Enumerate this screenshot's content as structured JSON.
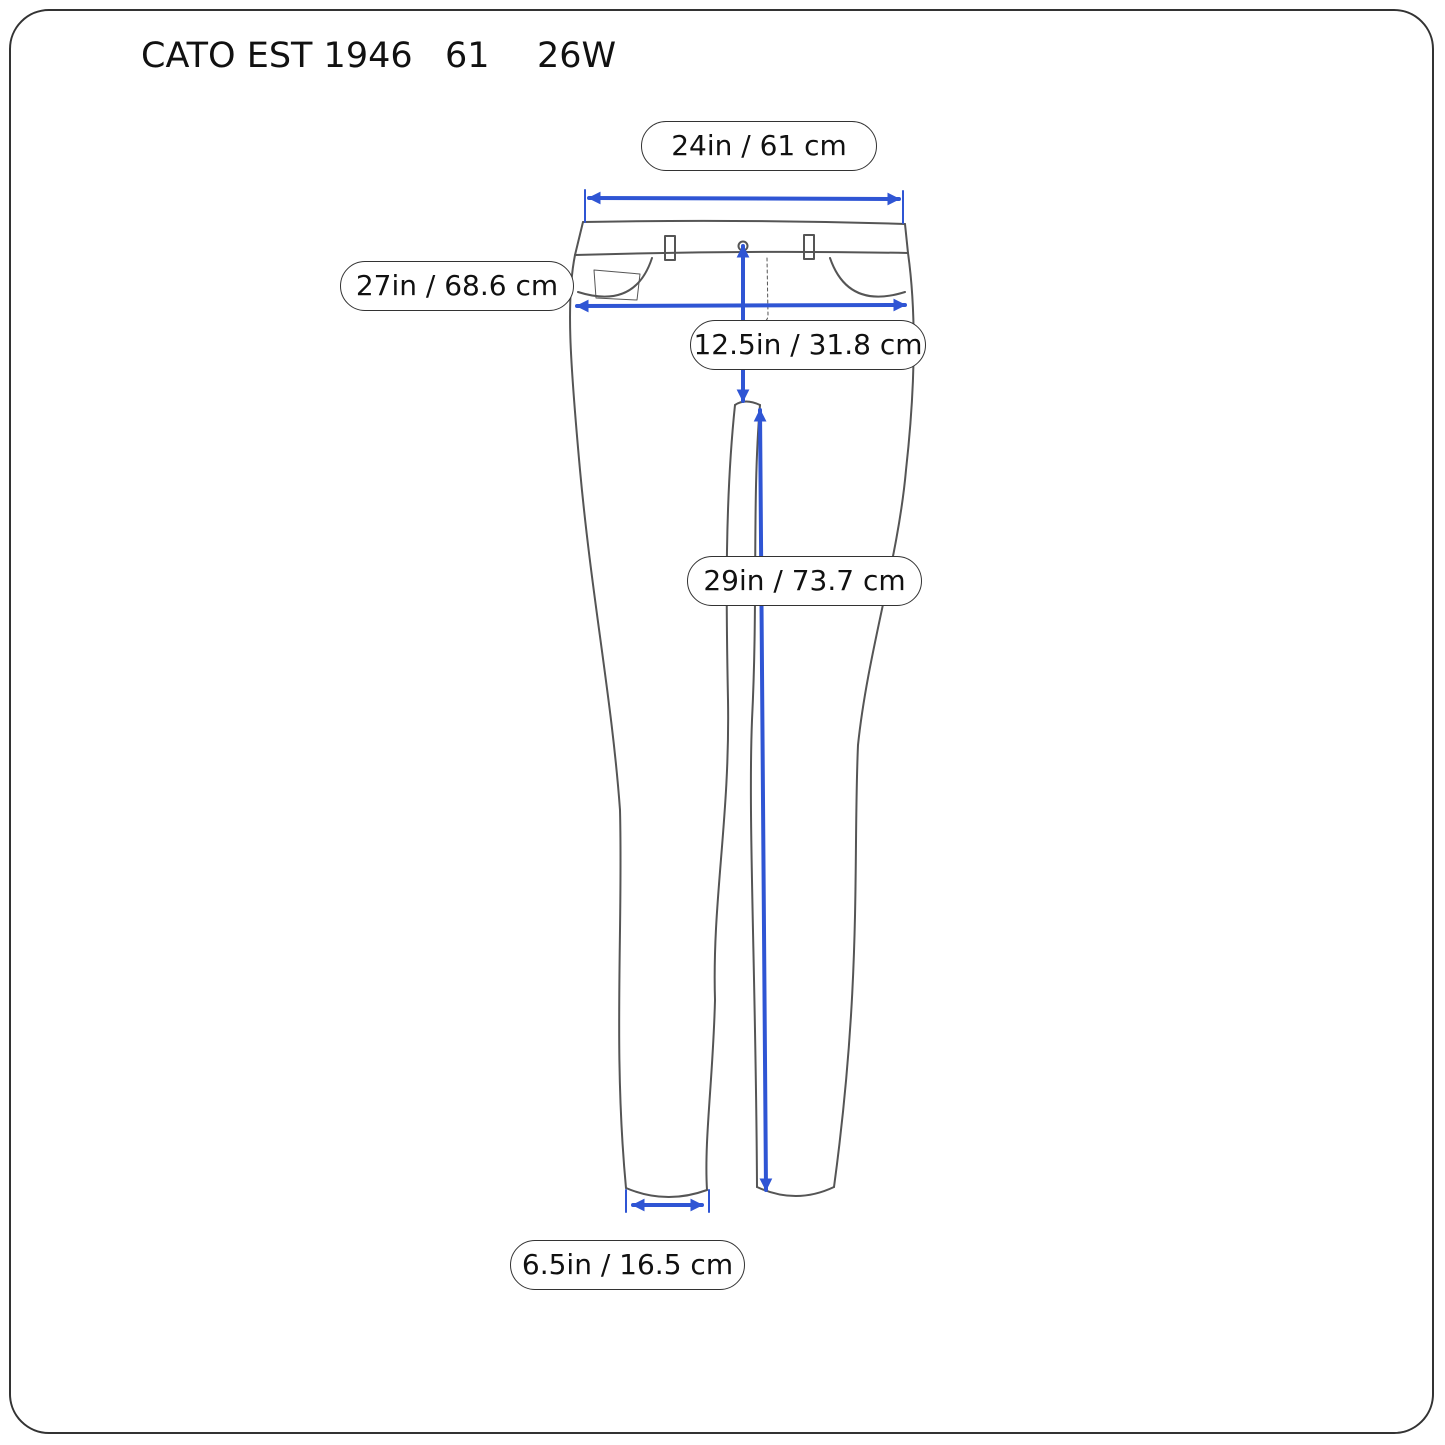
{
  "header": {
    "brand": "CATO EST 1946",
    "size": "61",
    "size_tag": "26W"
  },
  "measurements": {
    "waist": "24in / 61 cm",
    "hip": "27in / 68.6 cm",
    "rise": "12.5in / 31.8 cm",
    "inseam": "29in / 73.7 cm",
    "leg_opening": "6.5in / 16.5 cm"
  },
  "colors": {
    "arrow": "#2f55d4",
    "outline": "#555555"
  }
}
